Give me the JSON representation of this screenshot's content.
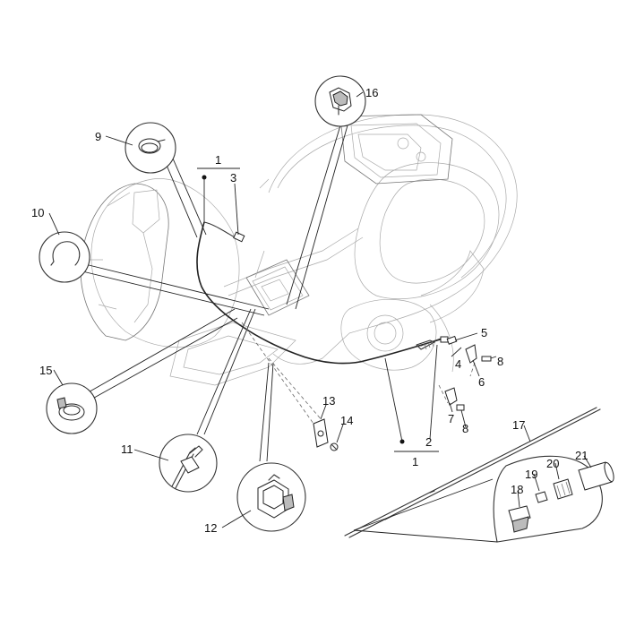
{
  "callouts": {
    "c1a": "1",
    "c1b": "1",
    "c2": "2",
    "c3": "3",
    "c4": "4",
    "c5": "5",
    "c6": "6",
    "c7": "7",
    "c8a": "8",
    "c8b": "8",
    "c9": "9",
    "c10": "10",
    "c11": "11",
    "c12": "12",
    "c13": "13",
    "c14": "14",
    "c15": "15",
    "c16": "16",
    "c17": "17",
    "c18": "18",
    "c19": "19",
    "c20": "20",
    "c21": "21"
  },
  "colors": {
    "line": "#333333",
    "background": "#ffffff"
  }
}
